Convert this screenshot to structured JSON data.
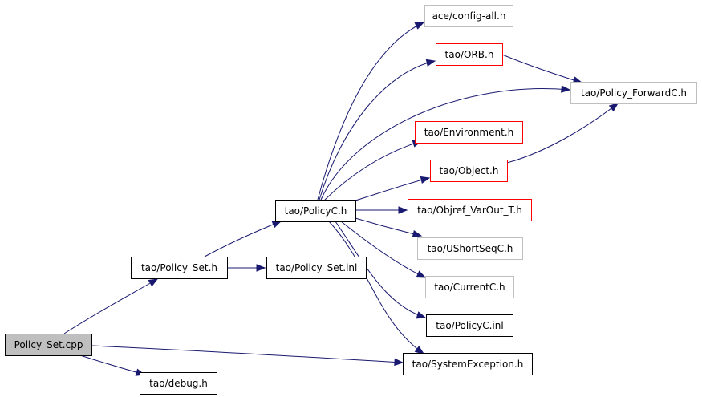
{
  "colors": {
    "edge": "#191970",
    "normal_border": "#000000",
    "red_border": "#ff0000",
    "gray_border": "#bfbfbf",
    "root_fill": "#bfbfbf",
    "fill": "#ffffff"
  },
  "nodes": [
    {
      "id": "policy_set_cpp",
      "label": "Policy_Set.cpp",
      "style": "root",
      "name": "node-policy-set-cpp"
    },
    {
      "id": "policy_set_h",
      "label": "tao/Policy_Set.h",
      "style": "normal",
      "name": "node-tao-policy-set-h"
    },
    {
      "id": "policy_set_inl",
      "label": "tao/Policy_Set.inl",
      "style": "normal",
      "name": "node-tao-policy-set-inl"
    },
    {
      "id": "policyc_h",
      "label": "tao/PolicyC.h",
      "style": "normal",
      "name": "node-tao-policyc-h"
    },
    {
      "id": "config_all_h",
      "label": "ace/config-all.h",
      "style": "gray",
      "name": "node-ace-config-all-h"
    },
    {
      "id": "orb_h",
      "label": "tao/ORB.h",
      "style": "red",
      "name": "node-tao-orb-h"
    },
    {
      "id": "policy_forwardc_h",
      "label": "tao/Policy_ForwardC.h",
      "style": "gray",
      "name": "node-tao-policy-forwardc-h"
    },
    {
      "id": "environment_h",
      "label": "tao/Environment.h",
      "style": "red",
      "name": "node-tao-environment-h"
    },
    {
      "id": "object_h",
      "label": "tao/Object.h",
      "style": "red",
      "name": "node-tao-object-h"
    },
    {
      "id": "objref_varout_t_h",
      "label": "tao/Objref_VarOut_T.h",
      "style": "red",
      "name": "node-tao-objref-varout-t-h"
    },
    {
      "id": "ushortseqc_h",
      "label": "tao/UShortSeqC.h",
      "style": "gray",
      "name": "node-tao-ushortseqc-h"
    },
    {
      "id": "currentc_h",
      "label": "tao/CurrentC.h",
      "style": "gray",
      "name": "node-tao-currentc-h"
    },
    {
      "id": "policyc_inl",
      "label": "tao/PolicyC.inl",
      "style": "normal",
      "name": "node-tao-policyc-inl"
    },
    {
      "id": "systemexception_h",
      "label": "tao/SystemException.h",
      "style": "normal",
      "name": "node-tao-systemexception-h"
    },
    {
      "id": "debug_h",
      "label": "tao/debug.h",
      "style": "normal",
      "name": "node-tao-debug-h"
    }
  ],
  "edges": [
    {
      "from": "policy_set_cpp",
      "to": "policy_set_h"
    },
    {
      "from": "policy_set_cpp",
      "to": "systemexception_h"
    },
    {
      "from": "policy_set_cpp",
      "to": "debug_h"
    },
    {
      "from": "policy_set_h",
      "to": "policyc_h"
    },
    {
      "from": "policy_set_h",
      "to": "policy_set_inl"
    },
    {
      "from": "policyc_h",
      "to": "config_all_h"
    },
    {
      "from": "policyc_h",
      "to": "orb_h"
    },
    {
      "from": "policyc_h",
      "to": "policy_forwardc_h"
    },
    {
      "from": "policyc_h",
      "to": "environment_h"
    },
    {
      "from": "policyc_h",
      "to": "object_h"
    },
    {
      "from": "policyc_h",
      "to": "objref_varout_t_h"
    },
    {
      "from": "policyc_h",
      "to": "ushortseqc_h"
    },
    {
      "from": "policyc_h",
      "to": "currentc_h"
    },
    {
      "from": "policyc_h",
      "to": "policyc_inl"
    },
    {
      "from": "policyc_h",
      "to": "systemexception_h"
    },
    {
      "from": "orb_h",
      "to": "policy_forwardc_h"
    },
    {
      "from": "object_h",
      "to": "policy_forwardc_h"
    }
  ]
}
